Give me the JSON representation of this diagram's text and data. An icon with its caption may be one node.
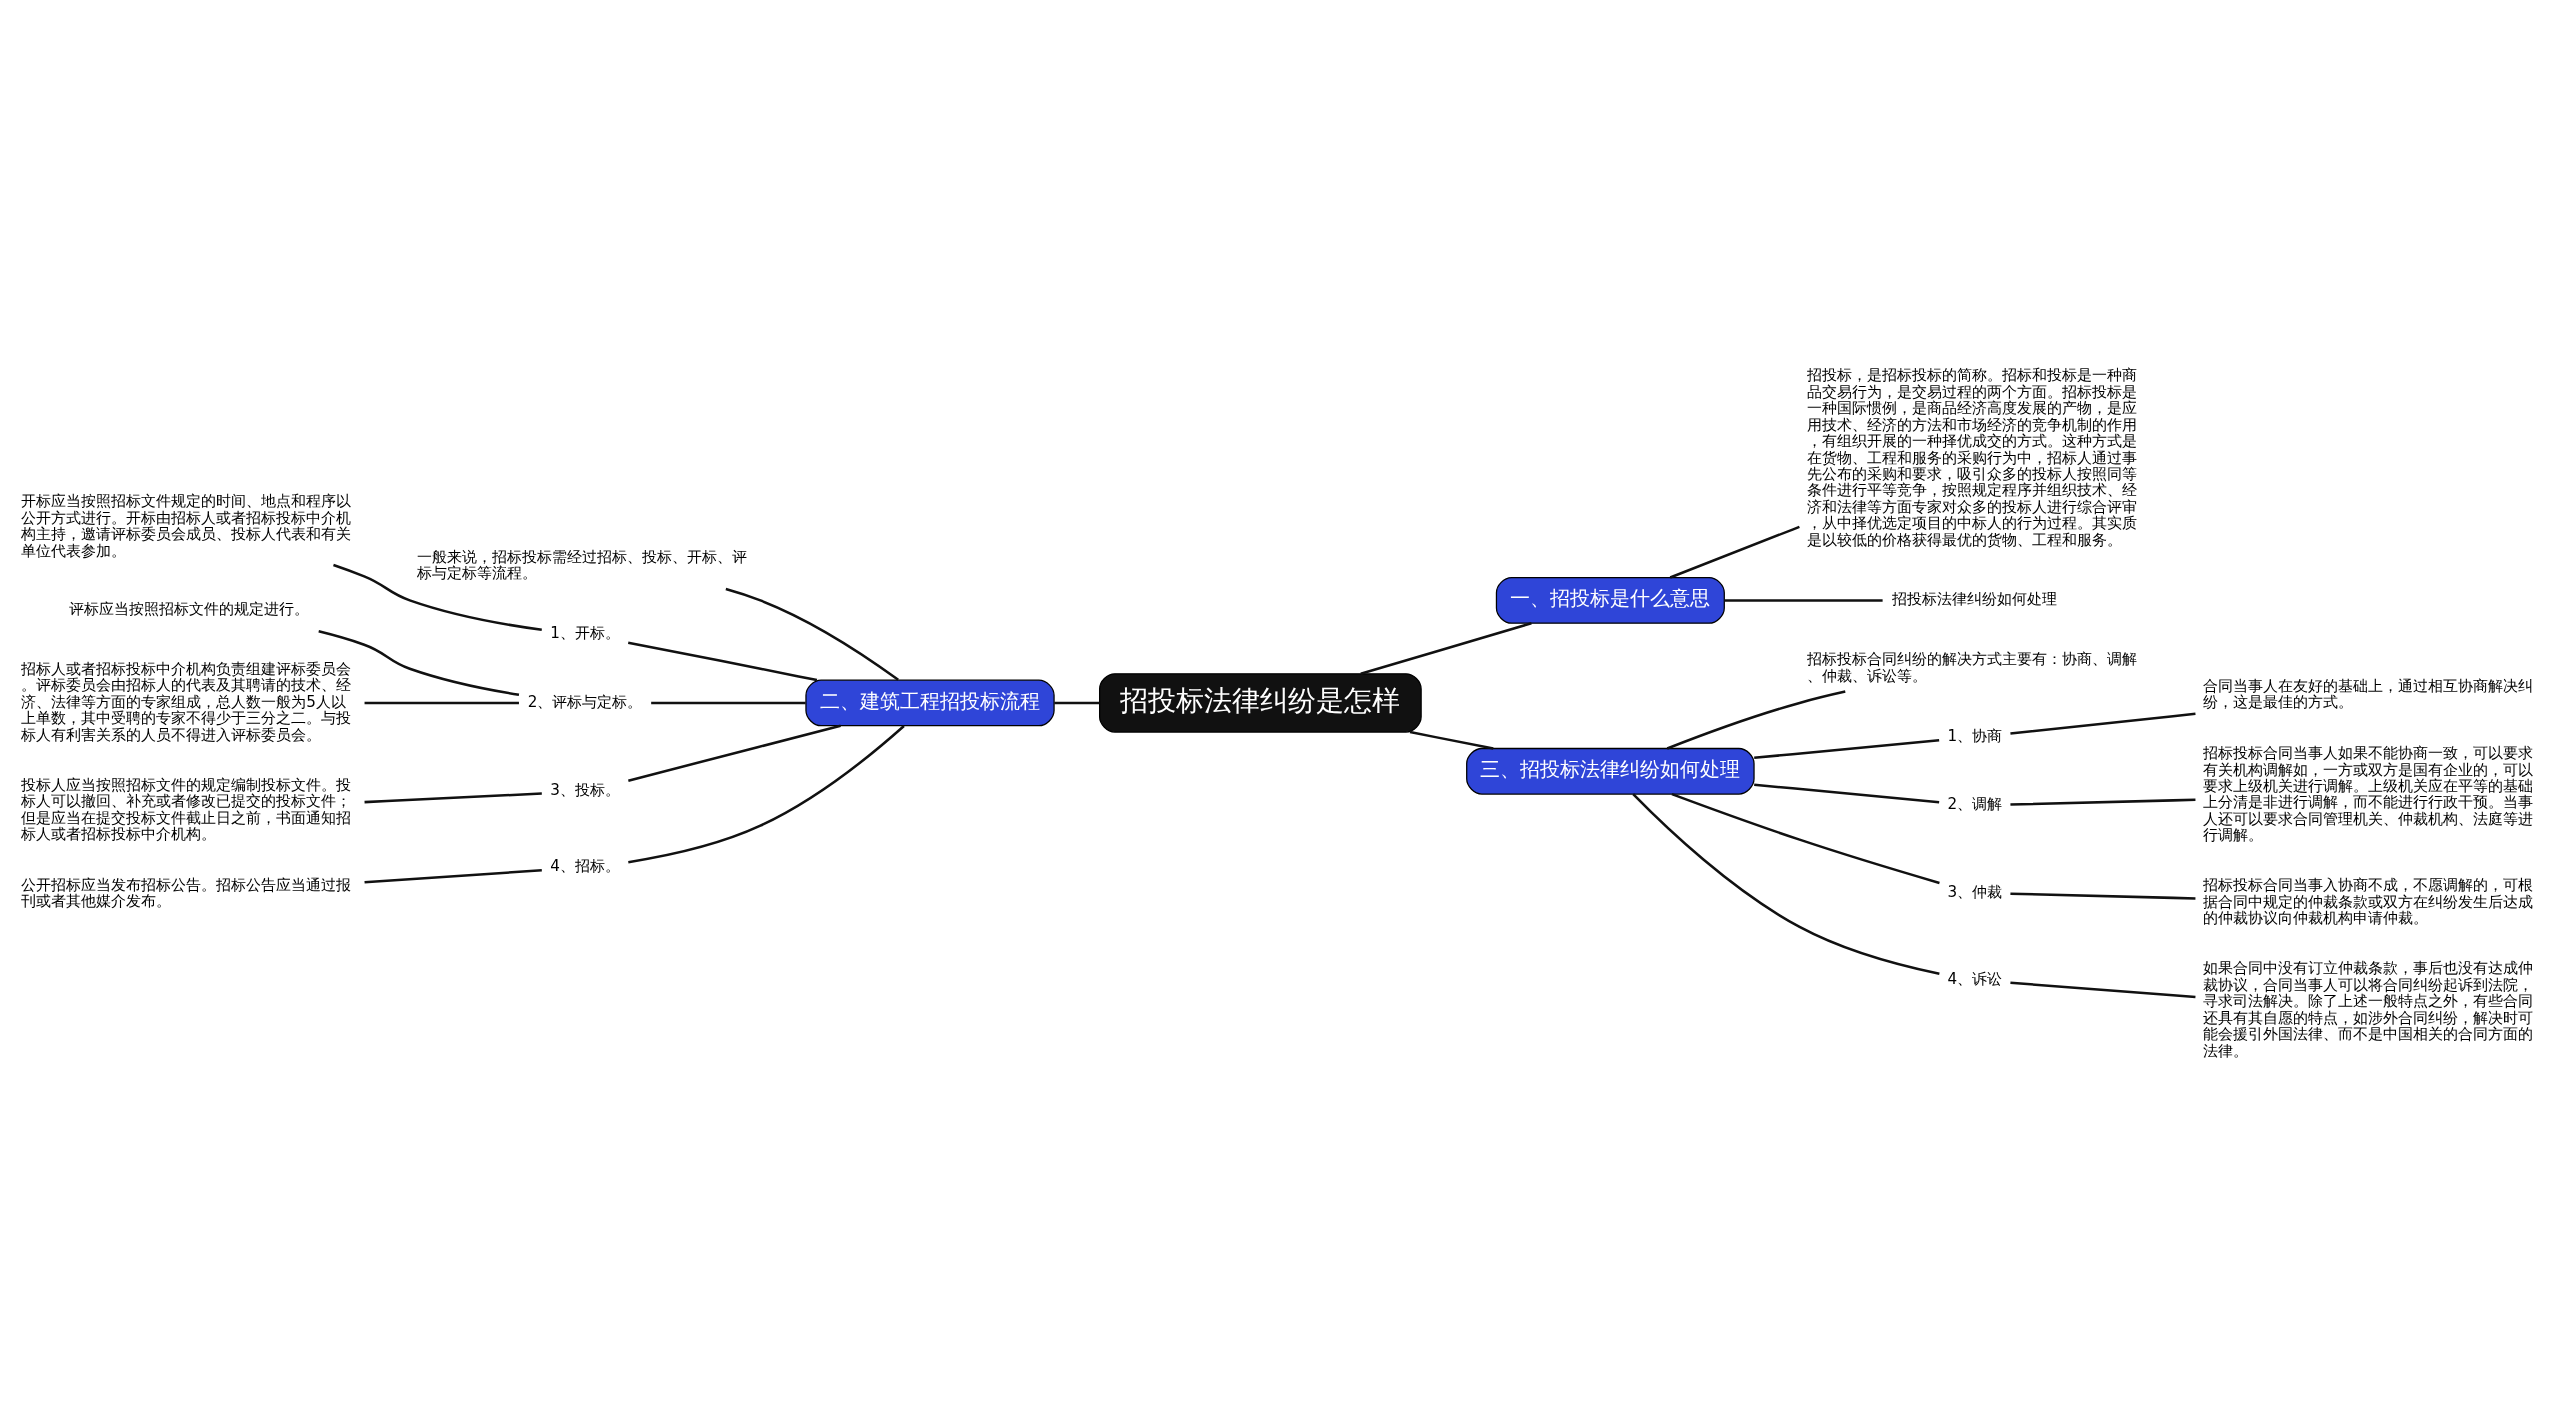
{
  "diagram": {
    "nodes": [
      {
        "text": [
          "招投标法律纠纷是怎样"
        ]
      },
      {
        "text": [
          "一、招投标是什么意思"
        ]
      },
      {
        "text": [
          "招投标，是招标投标的简称。招标和投标是一种商品交易行为，是交易过程的两个方面。招标投标是一种国际惯例，是商品经济高度发展的产物，是应用技术、经济的方法和市场经济的竞争机制的作用，有组织开展的一种择优成交的方式。这种方式是在货物、工程和服务的采购行为中，招标人通过事先公布的采购和要求，吸引众多的投标人按照同等条件进行平等竞争，按照规定程序并组织技术、经济和法律等方面专家对众多的投标人进行综合评审，从中择优选定项目的中标人的行为过程。其实质是以较低的价格获得最优的货物、工程和服务。"
        ]
      },
      {
        "text": [
          "招投标法律纠纷如何处理"
        ]
      },
      {
        "text": [
          "二、建筑工程招投标流程"
        ]
      },
      {
        "text": [
          "一般来说，招标投标需经过招标、投标、开标、评标与定标等流程。"
        ]
      },
      {
        "text": [
          "1、开标。"
        ]
      },
      {
        "text": [
          "开标应当按照招标文件规定的时间、地点和程序以公开方式进行。开标由招标人或者招标投标中介机构主持，邀请评标委员会成员、投标人代表和有关单位代表参加。"
        ]
      },
      {
        "text": [
          "2、评标与定标。"
        ]
      },
      {
        "text": [
          "评标应当按照招标文件的规定进行。"
        ]
      },
      {
        "text": [
          "招标人或者招标投标中介机构负责组建评标委员会。评标委员会由招标人的代表及其聘请的技术、经济、法律等方面的专家组成，总人数一般为5人以上单数，其中受聘的专家不得少于三分之二。与投标人有利害关系的人员不得进入评标委员会。"
        ]
      },
      {
        "text": [
          "3、投标。"
        ]
      },
      {
        "text": [
          "投标人应当按照招标文件的规定编制投标文件。投标人可以撤回、补充或者修改已提交的投标文件；但是应当在提交投标文件截止日之前，书面通知招标人或者招标投标中介机构。"
        ]
      },
      {
        "text": [
          "4、招标。"
        ]
      },
      {
        "text": [
          "公开招标应当发布招标公告。招标公告应当通过报刊或者其他媒介发布。"
        ]
      },
      {
        "text": [
          "三、招投标法律纠纷如何处理"
        ]
      },
      {
        "text": [
          "招标投标合同纠纷的解决方式主要有：协商、调解、仲裁、诉讼等。"
        ]
      },
      {
        "text": [
          "1、协商"
        ]
      },
      {
        "text": [
          "合同当事人在友好的基础上，通过相互协商解决纠纷，这是最佳的方式。"
        ]
      },
      {
        "text": [
          "2、调解"
        ]
      },
      {
        "text": [
          "招标投标合同当事人如果不能协商一致，可以要求有关机构调解如，一方或双方是国有企业的，可以要求上级机关进行调解。上级机关应在平等的基础上分清是非进行调解，而不能进行行政干预。当事人还可以要求合同管理机关、仲裁机构、法庭等进行调解。"
        ]
      },
      {
        "text": [
          "3、仲裁"
        ]
      },
      {
        "text": [
          "招标投标合同当事入协商不成，不愿调解的，可根据合同中规定的仲裁条款或双方在纠纷发生后达成的仲裁协议向仲裁机构申请仲裁。"
        ]
      },
      {
        "text": [
          "4、诉讼"
        ]
      },
      {
        "text": [
          "如果合同中没有订立仲裁条款，事后也没有达成仲裁协议，合同当事人可以将合同纠纷起诉到法院，寻求司法解决。除了上述一般特点之外，有些合同还具有其自愿的特点，如涉外合同纠纷，解决时可能会援引外国法律、而不是中国相关的合同方面的法律。"
        ]
      }
    ],
    "edges": [
      {
        "from": 0,
        "to": 1,
        "arrow": "none"
      },
      {
        "from": 1,
        "to": 2,
        "arrow": "none"
      },
      {
        "from": 1,
        "to": 3,
        "arrow": "none"
      },
      {
        "from": 0,
        "to": 4,
        "arrow": "none"
      },
      {
        "from": 4,
        "to": 5,
        "arrow": "none"
      },
      {
        "from": 4,
        "to": 6,
        "arrow": "none"
      },
      {
        "from": 6,
        "to": 7,
        "arrow": "none"
      },
      {
        "from": 4,
        "to": 8,
        "arrow": "none"
      },
      {
        "from": 8,
        "to": 9,
        "arrow": "none"
      },
      {
        "from": 8,
        "to": 10,
        "arrow": "none"
      },
      {
        "from": 4,
        "to": 11,
        "arrow": "none"
      },
      {
        "from": 11,
        "to": 12,
        "arrow": "none"
      },
      {
        "from": 4,
        "to": 13,
        "arrow": "none"
      },
      {
        "from": 13,
        "to": 14,
        "arrow": "none"
      },
      {
        "from": 0,
        "to": 15,
        "arrow": "none"
      },
      {
        "from": 15,
        "to": 16,
        "arrow": "none"
      },
      {
        "from": 15,
        "to": 17,
        "arrow": "none"
      },
      {
        "from": 17,
        "to": 18,
        "arrow": "none"
      },
      {
        "from": 15,
        "to": 19,
        "arrow": "none"
      },
      {
        "from": 19,
        "to": 20,
        "arrow": "none"
      },
      {
        "from": 15,
        "to": 21,
        "arrow": "none"
      },
      {
        "from": 21,
        "to": 22,
        "arrow": "none"
      },
      {
        "from": 15,
        "to": 23,
        "arrow": "none"
      },
      {
        "from": 23,
        "to": 24,
        "arrow": "none"
      }
    ]
  }
}
